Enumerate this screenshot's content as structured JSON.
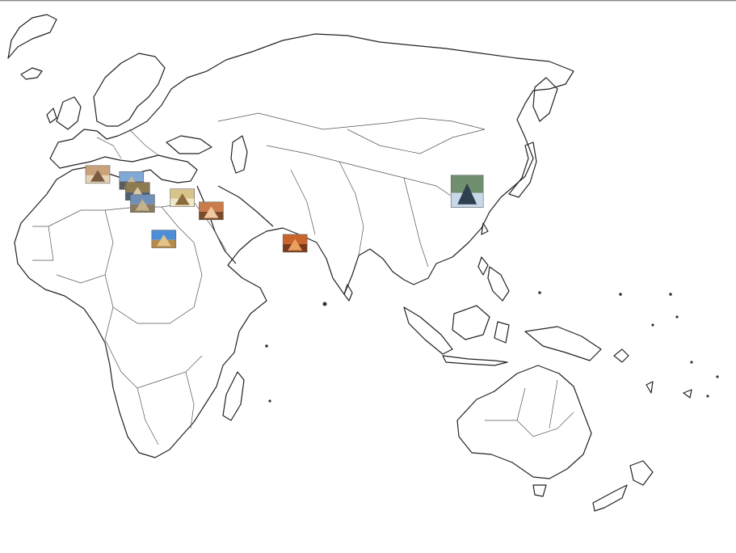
{
  "map": {
    "projection": "equirectangular-crop",
    "lon_range": [
      -20,
      180
    ],
    "lat_range": [
      -50,
      80
    ],
    "outline_color": "#222222",
    "background": "#ffffff"
  },
  "markers": [
    {
      "id": "rome",
      "icon": "colosseum-photo",
      "lon": 12.5,
      "lat": 41.9,
      "colors": [
        "#c9a27a",
        "#7a5a40",
        "#e6d3b4"
      ]
    },
    {
      "id": "greece",
      "icon": "temple-photo",
      "lon": 22.0,
      "lat": 40.5,
      "colors": [
        "#7fa8d6",
        "#c8b79a",
        "#5c5c5c"
      ]
    },
    {
      "id": "athens",
      "icon": "acropolis-photo",
      "lon": 23.7,
      "lat": 38.0,
      "colors": [
        "#8d7a50",
        "#d8caa6",
        "#4f5f6f"
      ]
    },
    {
      "id": "crete",
      "icon": "ruins-photo",
      "lon": 25.1,
      "lat": 35.2,
      "colors": [
        "#6f8fb8",
        "#c4b28a",
        "#8a7a60"
      ]
    },
    {
      "id": "syria",
      "icon": "citadel-photo",
      "lon": 36.3,
      "lat": 36.5,
      "colors": [
        "#d8c38a",
        "#8a6a3a",
        "#f0e6c8"
      ]
    },
    {
      "id": "babylon",
      "icon": "ziggurat-photo",
      "lon": 44.4,
      "lat": 33.5,
      "colors": [
        "#c97b4a",
        "#efc8a0",
        "#7a4a2a"
      ]
    },
    {
      "id": "giza",
      "icon": "pyramid-photo",
      "lon": 31.1,
      "lat": 27.0,
      "colors": [
        "#4c8ed8",
        "#e0c48a",
        "#b58a4a"
      ]
    },
    {
      "id": "indus",
      "icon": "stupa-photo",
      "lon": 68.0,
      "lat": 26.0,
      "colors": [
        "#c9642a",
        "#e9a060",
        "#7a3a1a"
      ]
    },
    {
      "id": "beijing",
      "icon": "temple-of-heaven-photo",
      "lon": 116.4,
      "lat": 38.0,
      "colors": [
        "#6f8f6f",
        "#2f3f4f",
        "#c8d8e8"
      ]
    }
  ]
}
